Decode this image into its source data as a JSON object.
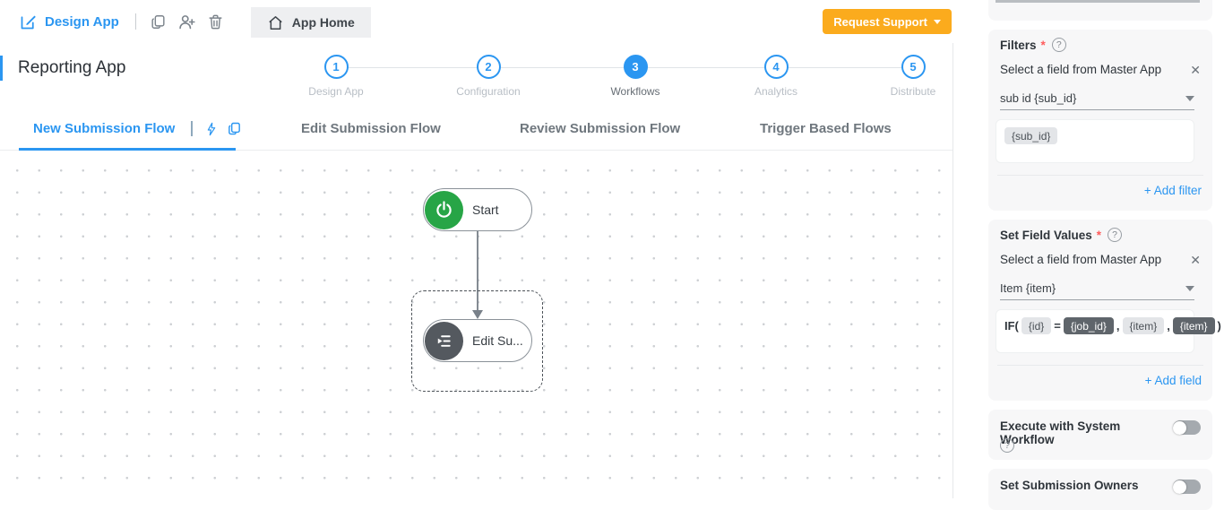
{
  "topbar": {
    "design_app_label": "Design App",
    "app_home_label": "App Home",
    "request_support_label": "Request Support"
  },
  "header": {
    "app_title": "Reporting App",
    "steps": [
      {
        "num": "1",
        "label": "Design App"
      },
      {
        "num": "2",
        "label": "Configuration"
      },
      {
        "num": "3",
        "label": "Workflows"
      },
      {
        "num": "4",
        "label": "Analytics"
      },
      {
        "num": "5",
        "label": "Distribute"
      }
    ]
  },
  "tabs": [
    {
      "label": "New Submission Flow"
    },
    {
      "label": "Edit Submission Flow"
    },
    {
      "label": "Review Submission Flow"
    },
    {
      "label": "Trigger Based Flows"
    }
  ],
  "canvas": {
    "start_node_label": "Start",
    "edit_node_label": "Edit Su..."
  },
  "panel": {
    "filters": {
      "title": "Filters",
      "required_mark": "*",
      "field_label": "Select a field from Master App",
      "dropdown_value": "sub id {sub_id}",
      "chip": "{sub_id}",
      "add_link": "+ Add filter"
    },
    "set_field_values": {
      "title": "Set Field Values",
      "required_mark": "*",
      "field_label": "Select a field from Master App",
      "dropdown_value": "Item {item}",
      "formula": [
        {
          "text": "IF("
        },
        {
          "text": "{id}"
        },
        {
          "text": "="
        },
        {
          "text": "{job_id}"
        },
        {
          "text": ","
        },
        {
          "text": "{item}"
        },
        {
          "text": ","
        },
        {
          "text": "{item}"
        },
        {
          "text": ")"
        }
      ],
      "add_link": "+ Add field"
    },
    "execute_workflow": {
      "label": "Execute with System Workflow",
      "toggle_state": "off"
    },
    "submission_owners": {
      "label": "Set Submission Owners",
      "toggle_state": "off"
    }
  },
  "icons": {
    "help": "?",
    "close": "✕"
  },
  "colors": {
    "accent_blue": "#2b96f1",
    "accent_orange": "#fbab1d",
    "start_green": "#27a546",
    "node_dark": "#54595f",
    "required_red": "#ff5c5c"
  }
}
